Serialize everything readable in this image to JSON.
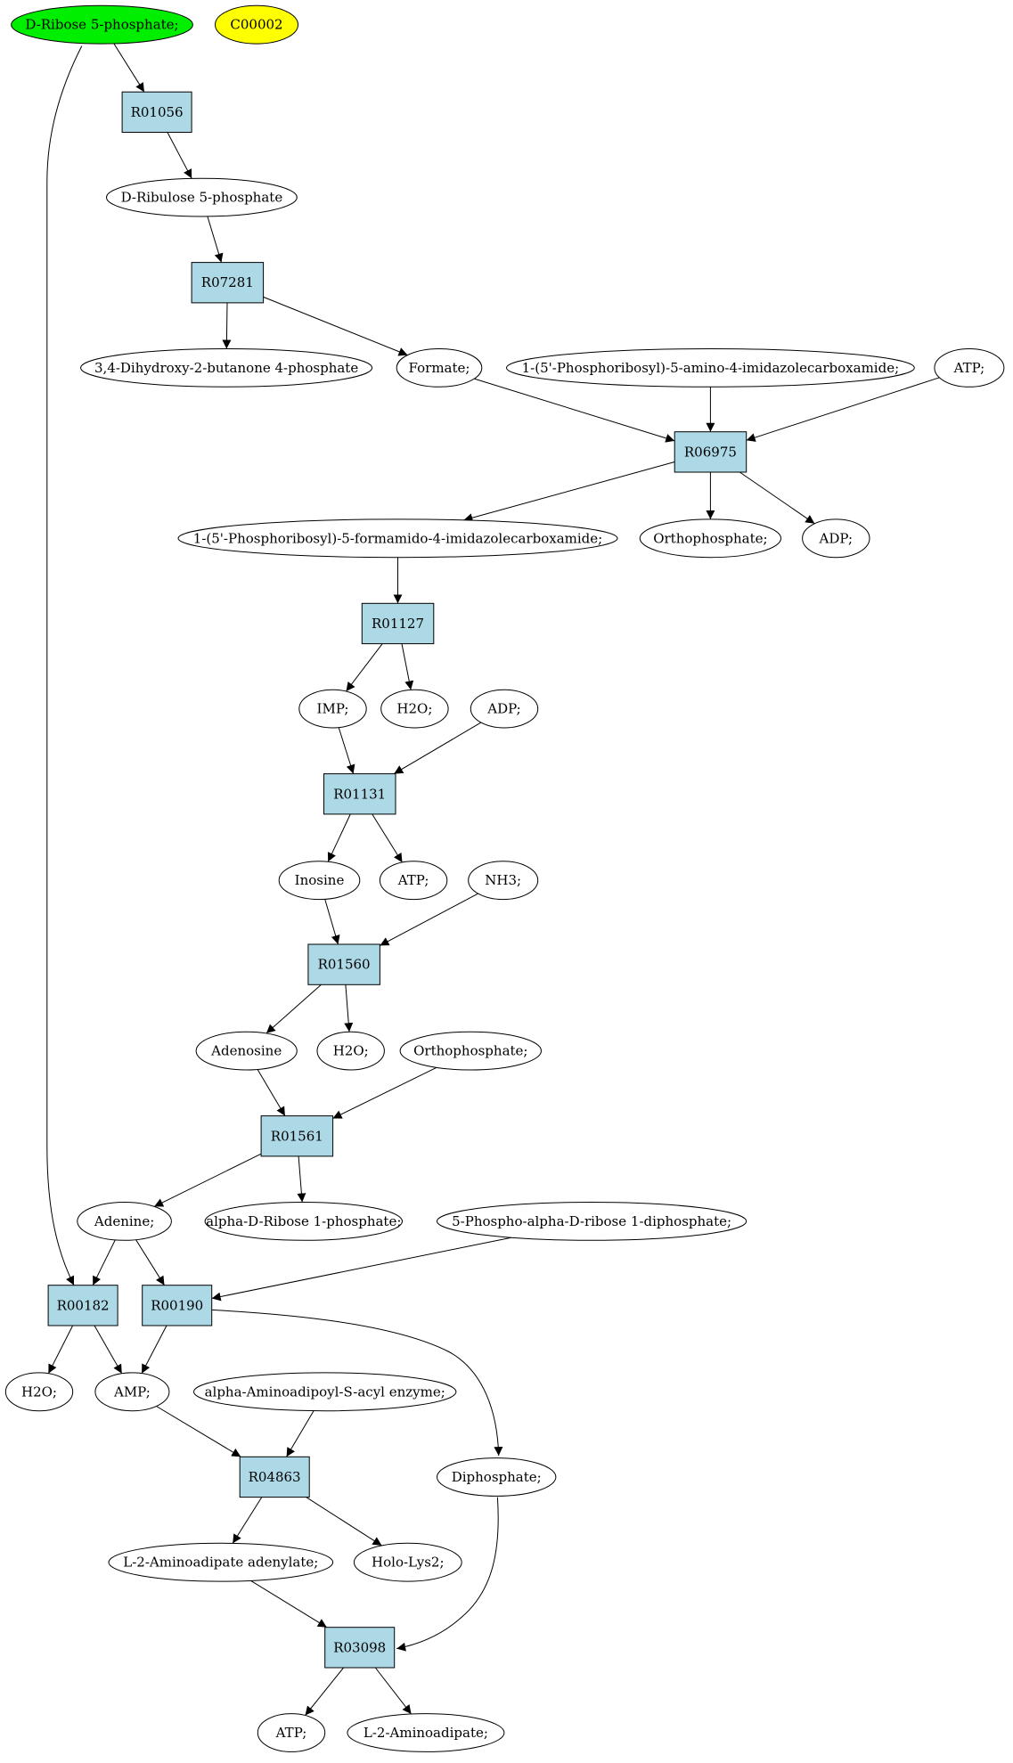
{
  "colors": {
    "start_fill": "#00ee00",
    "target_fill": "#ffff00",
    "compound_fill": "#ffffff",
    "reaction_fill": "#add8e6",
    "stroke": "#000000"
  },
  "nodes": [
    {
      "id": "n_dr5p",
      "kind": "start",
      "label": "D-Ribose 5-phosphate;"
    },
    {
      "id": "n_c00002",
      "kind": "target",
      "label": "C00002"
    },
    {
      "id": "r01056",
      "kind": "reaction",
      "label": "R01056"
    },
    {
      "id": "n_dru5p",
      "kind": "compound",
      "label": "D-Ribulose 5-phosphate"
    },
    {
      "id": "r07281",
      "kind": "reaction",
      "label": "R07281"
    },
    {
      "id": "n_dhbp",
      "kind": "compound",
      "label": "3,4-Dihydroxy-2-butanone 4-phosphate"
    },
    {
      "id": "n_formate",
      "kind": "compound",
      "label": "Formate;"
    },
    {
      "id": "n_aicar",
      "kind": "compound",
      "label": "1-(5'-Phosphoribosyl)-5-amino-4-imidazolecarboxamide;"
    },
    {
      "id": "n_atp_top",
      "kind": "compound",
      "label": "ATP;"
    },
    {
      "id": "r06975",
      "kind": "reaction",
      "label": "R06975"
    },
    {
      "id": "n_faicar",
      "kind": "compound",
      "label": "1-(5'-Phosphoribosyl)-5-formamido-4-imidazolecarboxamide;"
    },
    {
      "id": "n_ortho_1",
      "kind": "compound",
      "label": "Orthophosphate;"
    },
    {
      "id": "n_adp_1",
      "kind": "compound",
      "label": "ADP;"
    },
    {
      "id": "r01127",
      "kind": "reaction",
      "label": "R01127"
    },
    {
      "id": "n_imp",
      "kind": "compound",
      "label": "IMP;"
    },
    {
      "id": "n_h2o_1",
      "kind": "compound",
      "label": "H2O;"
    },
    {
      "id": "n_adp_2",
      "kind": "compound",
      "label": "ADP;"
    },
    {
      "id": "r01131",
      "kind": "reaction",
      "label": "R01131"
    },
    {
      "id": "n_inosine",
      "kind": "compound",
      "label": "Inosine"
    },
    {
      "id": "n_atp_2",
      "kind": "compound",
      "label": "ATP;"
    },
    {
      "id": "n_nh3",
      "kind": "compound",
      "label": "NH3;"
    },
    {
      "id": "r01560",
      "kind": "reaction",
      "label": "R01560"
    },
    {
      "id": "n_adenosine",
      "kind": "compound",
      "label": "Adenosine"
    },
    {
      "id": "n_h2o_2",
      "kind": "compound",
      "label": "H2O;"
    },
    {
      "id": "n_ortho_2",
      "kind": "compound",
      "label": "Orthophosphate;"
    },
    {
      "id": "r01561",
      "kind": "reaction",
      "label": "R01561"
    },
    {
      "id": "n_adenine",
      "kind": "compound",
      "label": "Adenine;"
    },
    {
      "id": "n_adr1p",
      "kind": "compound",
      "label": "alpha-D-Ribose 1-phosphate;"
    },
    {
      "id": "n_prpp",
      "kind": "compound",
      "label": "5-Phospho-alpha-D-ribose 1-diphosphate;"
    },
    {
      "id": "r00182",
      "kind": "reaction",
      "label": "R00182"
    },
    {
      "id": "r00190",
      "kind": "reaction",
      "label": "R00190"
    },
    {
      "id": "n_h2o_3",
      "kind": "compound",
      "label": "H2O;"
    },
    {
      "id": "n_amp",
      "kind": "compound",
      "label": "AMP;"
    },
    {
      "id": "n_aase",
      "kind": "compound",
      "label": "alpha-Aminoadipoyl-S-acyl enzyme;"
    },
    {
      "id": "n_diphosphate",
      "kind": "compound",
      "label": "Diphosphate;"
    },
    {
      "id": "r04863",
      "kind": "reaction",
      "label": "R04863"
    },
    {
      "id": "n_l2aa_adenylate",
      "kind": "compound",
      "label": "L-2-Aminoadipate adenylate;"
    },
    {
      "id": "n_hololys2",
      "kind": "compound",
      "label": "Holo-Lys2;"
    },
    {
      "id": "r03098",
      "kind": "reaction",
      "label": "R03098"
    },
    {
      "id": "n_atp_3",
      "kind": "compound",
      "label": "ATP;"
    },
    {
      "id": "n_l2aa",
      "kind": "compound",
      "label": "L-2-Aminoadipate;"
    }
  ],
  "edges": [
    {
      "from": "n_dr5p",
      "to": "r01056"
    },
    {
      "from": "n_dr5p",
      "to": "r00182"
    },
    {
      "from": "r01056",
      "to": "n_dru5p"
    },
    {
      "from": "n_dru5p",
      "to": "r07281"
    },
    {
      "from": "r07281",
      "to": "n_dhbp"
    },
    {
      "from": "r07281",
      "to": "n_formate"
    },
    {
      "from": "n_formate",
      "to": "r06975"
    },
    {
      "from": "n_aicar",
      "to": "r06975"
    },
    {
      "from": "n_atp_top",
      "to": "r06975"
    },
    {
      "from": "r06975",
      "to": "n_faicar"
    },
    {
      "from": "r06975",
      "to": "n_ortho_1"
    },
    {
      "from": "r06975",
      "to": "n_adp_1"
    },
    {
      "from": "n_faicar",
      "to": "r01127"
    },
    {
      "from": "r01127",
      "to": "n_imp"
    },
    {
      "from": "r01127",
      "to": "n_h2o_1"
    },
    {
      "from": "n_imp",
      "to": "r01131"
    },
    {
      "from": "n_adp_2",
      "to": "r01131"
    },
    {
      "from": "r01131",
      "to": "n_inosine"
    },
    {
      "from": "r01131",
      "to": "n_atp_2"
    },
    {
      "from": "n_inosine",
      "to": "r01560"
    },
    {
      "from": "n_nh3",
      "to": "r01560"
    },
    {
      "from": "r01560",
      "to": "n_adenosine"
    },
    {
      "from": "r01560",
      "to": "n_h2o_2"
    },
    {
      "from": "n_adenosine",
      "to": "r01561"
    },
    {
      "from": "n_ortho_2",
      "to": "r01561"
    },
    {
      "from": "r01561",
      "to": "n_adenine"
    },
    {
      "from": "r01561",
      "to": "n_adr1p"
    },
    {
      "from": "n_adenine",
      "to": "r00182"
    },
    {
      "from": "n_adenine",
      "to": "r00190"
    },
    {
      "from": "n_prpp",
      "to": "r00190"
    },
    {
      "from": "r00182",
      "to": "n_h2o_3"
    },
    {
      "from": "r00182",
      "to": "n_amp"
    },
    {
      "from": "r00190",
      "to": "n_amp"
    },
    {
      "from": "r00190",
      "to": "n_diphosphate"
    },
    {
      "from": "n_amp",
      "to": "r04863"
    },
    {
      "from": "n_aase",
      "to": "r04863"
    },
    {
      "from": "r04863",
      "to": "n_l2aa_adenylate"
    },
    {
      "from": "r04863",
      "to": "n_hololys2"
    },
    {
      "from": "n_l2aa_adenylate",
      "to": "r03098"
    },
    {
      "from": "n_diphosphate",
      "to": "r03098"
    },
    {
      "from": "r03098",
      "to": "n_atp_3"
    },
    {
      "from": "r03098",
      "to": "n_l2aa"
    }
  ]
}
